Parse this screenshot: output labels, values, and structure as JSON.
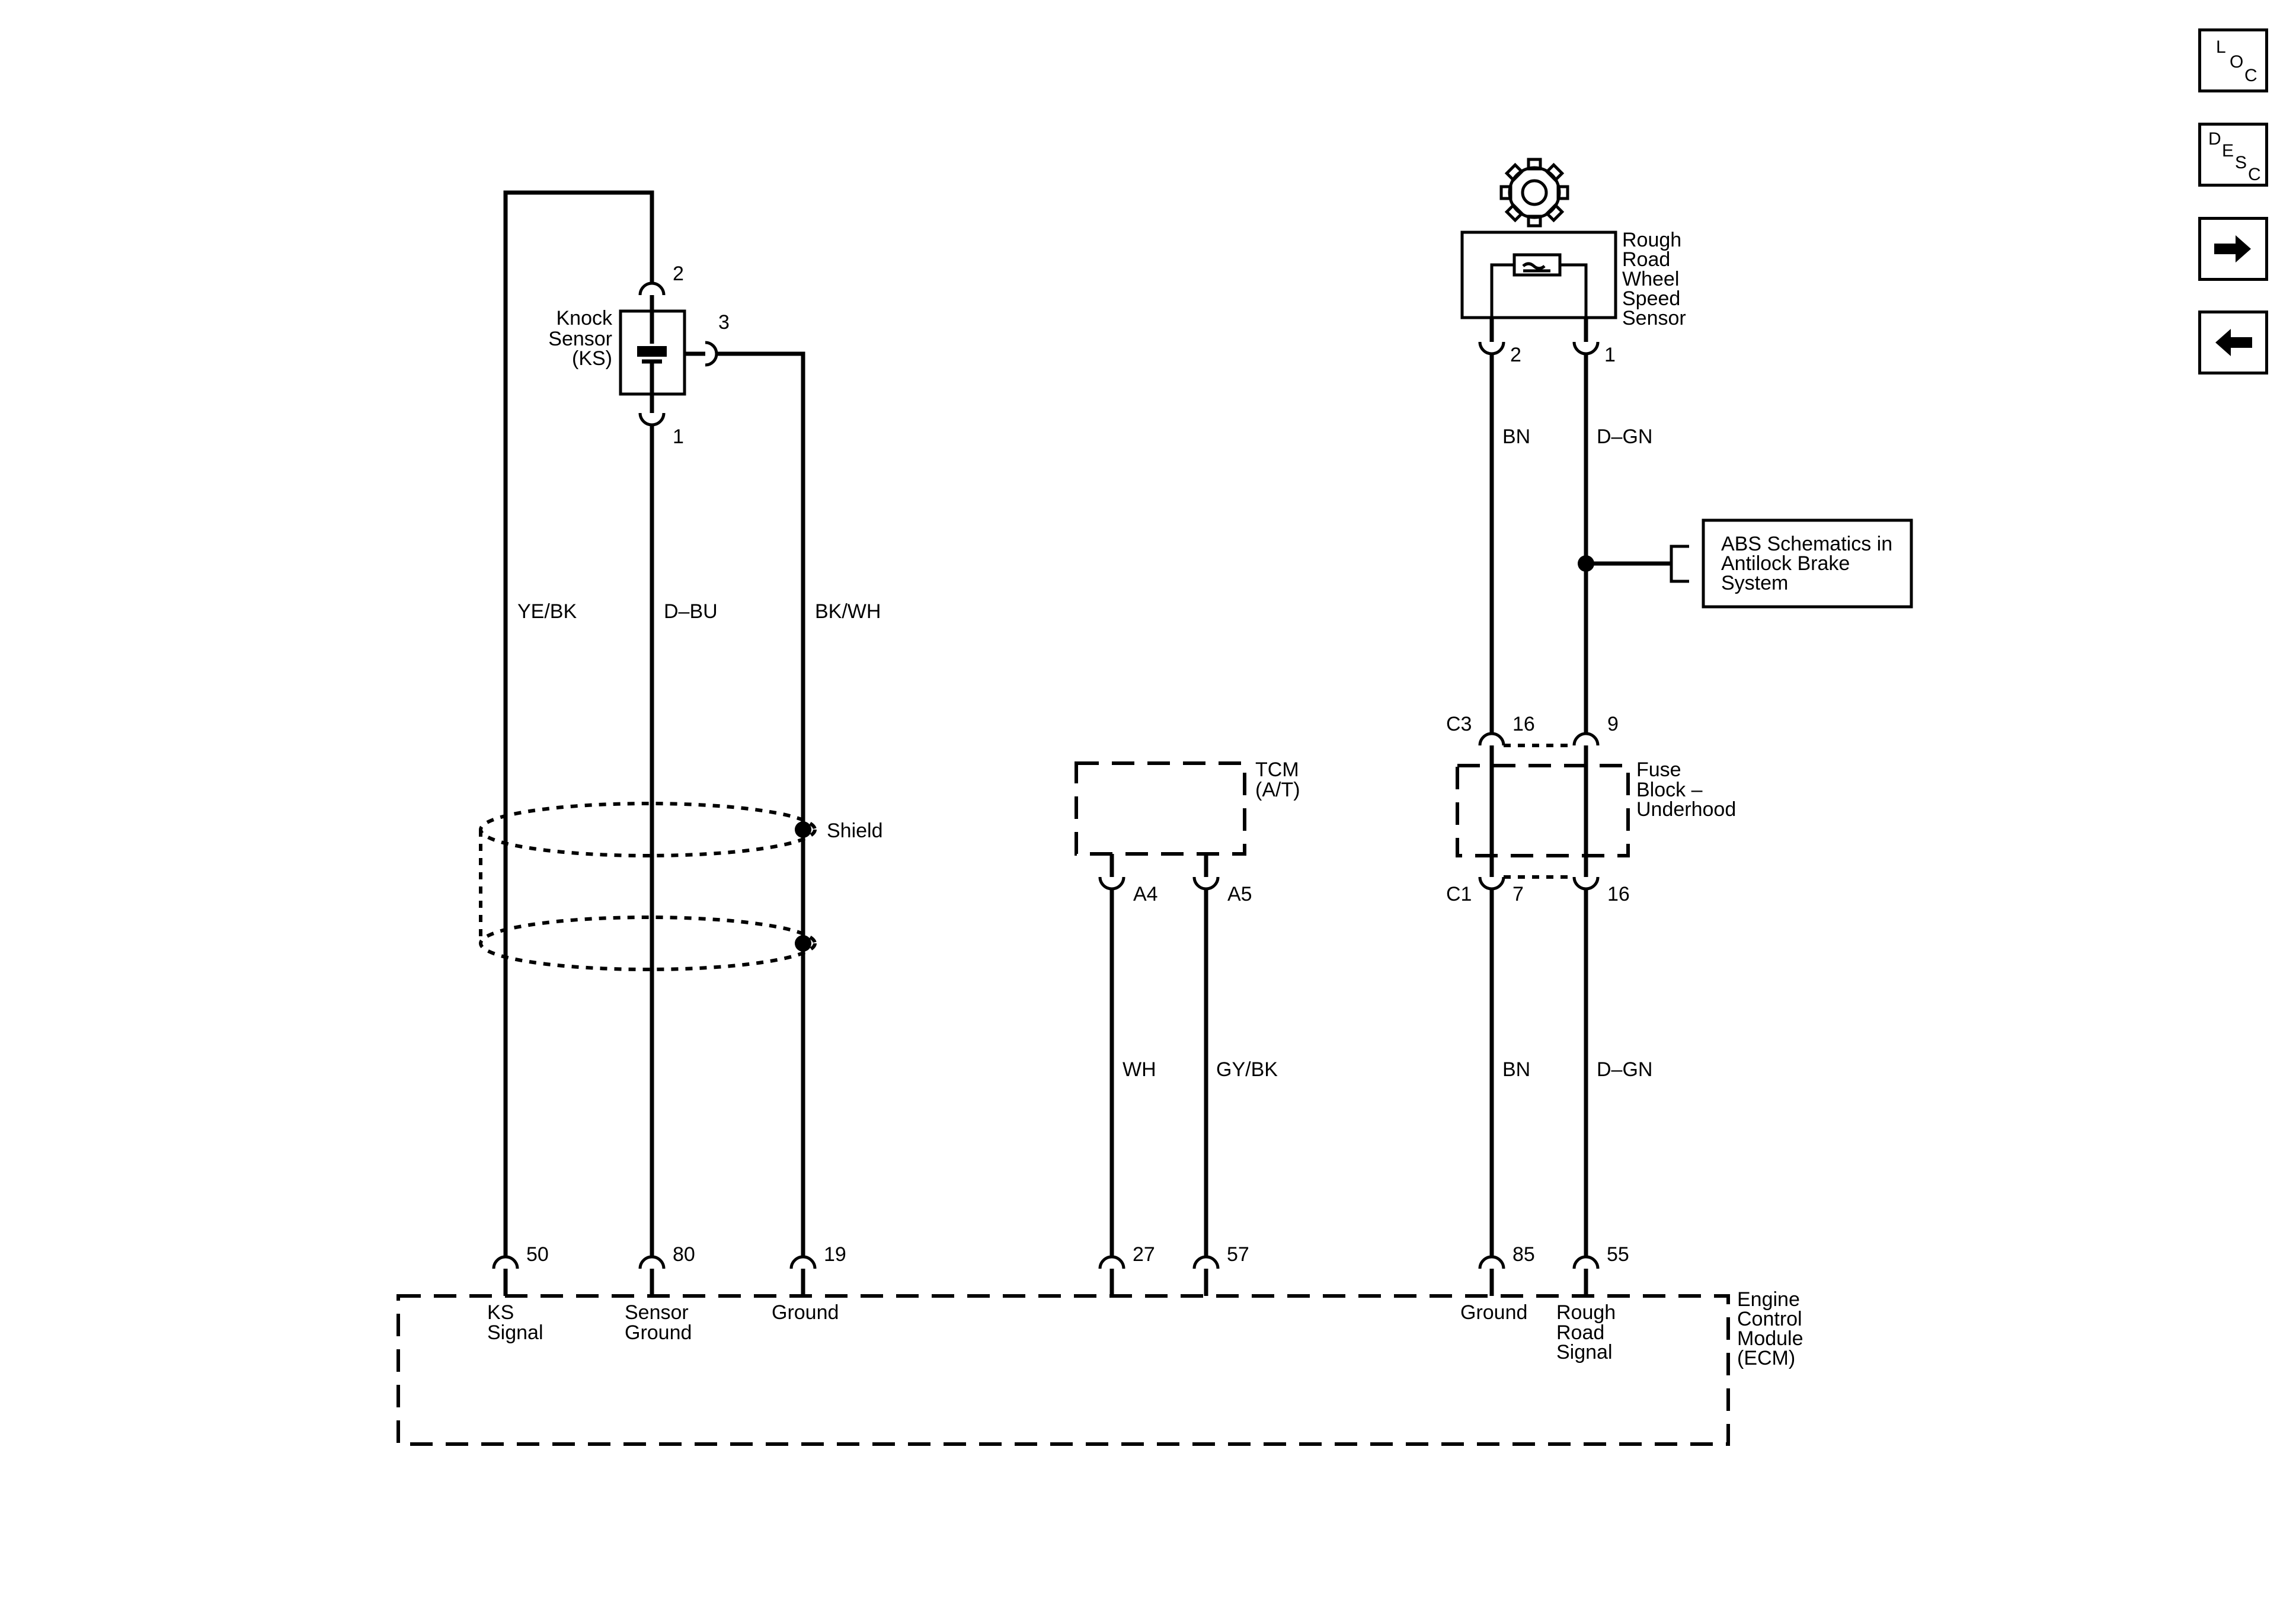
{
  "nav": {
    "loc": [
      "L",
      "O",
      "C"
    ],
    "desc": [
      "D",
      "E",
      "S",
      "C"
    ],
    "next_icon": "arrow-right-icon",
    "prev_icon": "arrow-left-icon"
  },
  "knock_sensor": {
    "label": [
      "Knock",
      "Sensor",
      "(KS)"
    ],
    "pin_top": "2",
    "pin_side": "3",
    "pin_bottom": "1"
  },
  "wires": {
    "ye_bk": "YE/BK",
    "d_bu": "D–BU",
    "bk_wh": "BK/WH",
    "wh": "WH",
    "gy_bk": "GY/BK",
    "bn_upper": "BN",
    "dgn_upper": "D–GN",
    "bn_lower": "BN",
    "dgn_lower": "D–GN"
  },
  "shield": {
    "label": "Shield"
  },
  "tcm": {
    "label": [
      "TCM",
      "(A/T)"
    ],
    "pin_a4": "A4",
    "pin_a5": "A5"
  },
  "wheel_sensor": {
    "label": [
      "Rough",
      "Road",
      "Wheel",
      "Speed",
      "Sensor"
    ],
    "pin_left": "2",
    "pin_right": "1"
  },
  "abs_box": {
    "label": [
      "ABS Schematics in",
      "Antilock Brake",
      "System"
    ]
  },
  "fuse_block": {
    "label": [
      "Fuse",
      "Block –",
      "Underhood"
    ],
    "conn_top": "C3",
    "pin_top_left": "16",
    "pin_top_right": "9",
    "conn_bottom": "C1",
    "pin_bottom_left": "7",
    "pin_bottom_right": "16"
  },
  "ecm": {
    "label": [
      "Engine",
      "Control",
      "Module",
      "(ECM)"
    ],
    "pins": [
      "50",
      "80",
      "19",
      "27",
      "57",
      "85",
      "55"
    ],
    "ks_signal": [
      "KS",
      "Signal"
    ],
    "sensor_ground": [
      "Sensor",
      "Ground"
    ],
    "ground_left": "Ground",
    "ground_right": "Ground",
    "rough_road_signal": [
      "Rough",
      "Road",
      "Signal"
    ]
  }
}
